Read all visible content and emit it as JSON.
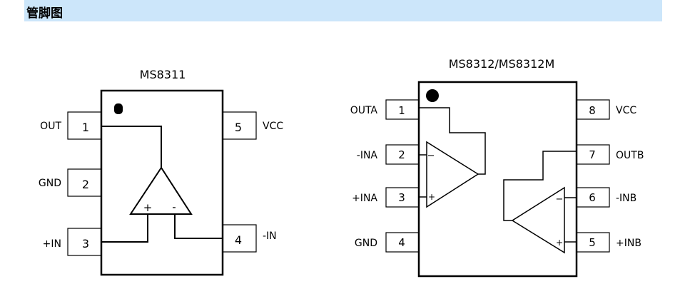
{
  "header": {
    "title": "管脚图"
  },
  "left_chip": {
    "name": "MS8311",
    "pins": [
      {
        "num": "1",
        "label": "OUT"
      },
      {
        "num": "2",
        "label": "GND"
      },
      {
        "num": "3",
        "label": "+IN"
      },
      {
        "num": "4",
        "label": "-IN"
      },
      {
        "num": "5",
        "label": "VCC"
      }
    ],
    "amp": {
      "plus": "+",
      "minus": "-"
    }
  },
  "right_chip": {
    "name": "MS8312/MS8312M",
    "pins": [
      {
        "num": "1",
        "label": "OUTA"
      },
      {
        "num": "2",
        "label": "-INA"
      },
      {
        "num": "3",
        "label": "+INA"
      },
      {
        "num": "4",
        "label": "GND"
      },
      {
        "num": "5",
        "label": "+INB"
      },
      {
        "num": "6",
        "label": "-INB"
      },
      {
        "num": "7",
        "label": "OUTB"
      },
      {
        "num": "8",
        "label": "VCC"
      }
    ],
    "amp_a": {
      "minus": "−",
      "plus": "+"
    },
    "amp_b": {
      "minus": "−",
      "plus": "+"
    }
  }
}
